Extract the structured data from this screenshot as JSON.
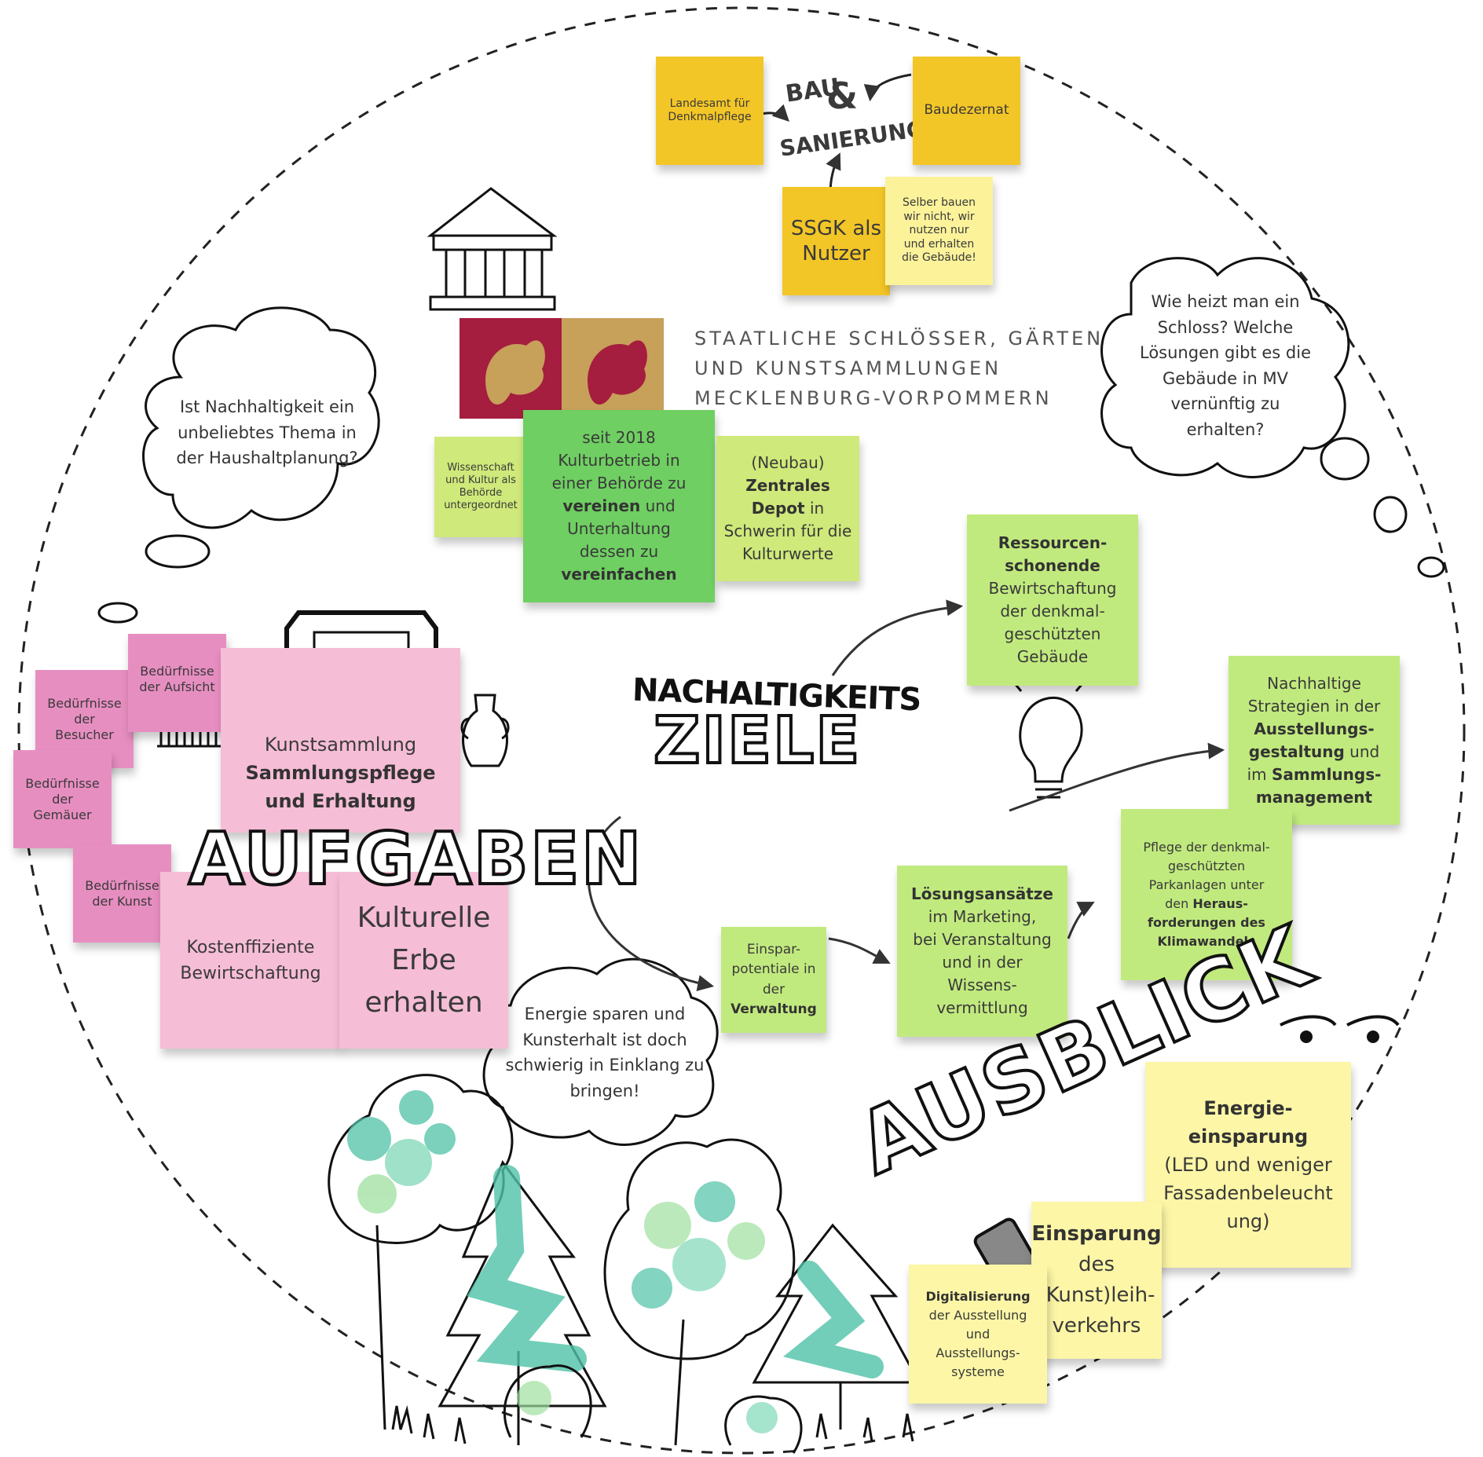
{
  "org_name": {
    "line1": "STAATLICHE SCHLÖSSER, GÄRTEN",
    "line2": "UND KUNSTSAMMLUNGEN",
    "line3": "MECKLENBURG-VORPOMMERN"
  },
  "sketch_labels": {
    "bau": "BAU",
    "amp": "&",
    "sanierung": "SANIERUNG",
    "nachhaltigkeits": "NACHALTIGKEITS",
    "ziele": "ZIELE",
    "aufgaben": "AUFGABEN",
    "ausblick": "AUSBLICK"
  },
  "clouds": {
    "haushalt": [
      "Ist Nachhaltigkeit ein",
      "unbeliebtes Thema in",
      "der Haushaltplanung?"
    ],
    "heizen": [
      "Wie heizt man ein",
      "Schloss? Welche",
      "Lösungen gibt es die",
      "Gebäude in MV",
      "vernünftig zu",
      "erhalten?"
    ],
    "energie": [
      "Energie sparen und",
      "Kunsterhalt ist doch",
      "schwierig in Einklang zu",
      "bringen!"
    ]
  },
  "notes": {
    "landesamt": [
      "Landesamt für",
      "Denkmalpflege"
    ],
    "baudezernat": "Baudezernat",
    "ssgk": [
      "SSGK als",
      "Nutzer"
    ],
    "selber": [
      "Selber bauen",
      "wir nicht, wir",
      "nutzen nur",
      "und erhalten",
      "die Gebäude!"
    ],
    "wissenschaft": [
      "Wissenschaft",
      "und Kultur als",
      "Behörde",
      "untergeordnet"
    ],
    "seit2018": {
      "l1": "seit 2018",
      "l2": "Kulturbetrieb in",
      "l3": "einer Behörde zu",
      "b1": "vereinen",
      "l4": " und",
      "l5": "Unterhaltung",
      "l6": "dessen zu",
      "b2": "vereinfachen"
    },
    "depot": {
      "l1": "(Neubau)",
      "b1": "Zentrales",
      "b2": "Depot",
      "l2": " in",
      "l3": "Schwerin für die",
      "l4": "Kulturwerte"
    },
    "ressourcen": {
      "b1": "Ressourcen-",
      "b2": "schonende",
      "l1": "Bewirtschaftung",
      "l2": "der denkmal-",
      "l3": "geschützten",
      "l4": "Gebäude"
    },
    "strategien": {
      "l1": "Nachhaltige",
      "l2": "Strategien in der",
      "b1": "Ausstellungs-",
      "b2": "gestaltung",
      "l3": " und",
      "l4": "im ",
      "b3": "Sammlungs-",
      "b4": "management"
    },
    "pflege": {
      "l1": "Pflege der denkmal-",
      "l2": "geschützten",
      "l3": "Parkanlagen unter",
      "l4": "den ",
      "b1": "Heraus-",
      "b2": "forderungen des",
      "b3": "Klimawandels"
    },
    "loesung": {
      "b1": "Lösungsansätze",
      "l1": "im Marketing,",
      "l2": "bei Veranstaltung",
      "l3": "und in der",
      "l4": "Wissens-",
      "l5": "vermittlung"
    },
    "einspar": {
      "l1": "Einspar-",
      "l2": "potentiale in",
      "l3": "der",
      "b1": "Verwaltung"
    },
    "kunstsammlung": {
      "l1": "Kunstsammlung",
      "b1": "Sammlungspflege",
      "b2": "und Erhaltung"
    },
    "kosten": [
      "Kostenffiziente",
      "Bewirtschaftung"
    ],
    "kulturelle": [
      "Kulturelle",
      "Erbe",
      "erhalten"
    ],
    "besucher": [
      "Bedürfnisse",
      "der",
      "Besucher"
    ],
    "aufsicht": [
      "Bedürfnisse",
      "der Aufsicht"
    ],
    "gemaeuer": [
      "Bedürfnisse",
      "der",
      "Gemäuer"
    ],
    "kunst": [
      "Bedürfnisse",
      "der Kunst"
    ],
    "energieeinsparung": {
      "b1": "Energie-",
      "b2": "einsparung",
      "l1": "(LED und weniger",
      "l2": "Fassadenbeleucht",
      "l3": "ung)"
    },
    "leihverkehr": {
      "b1": "Einsparung",
      "l1": "des",
      "l2": "(Kunst)leih-",
      "l3": "verkehrs"
    },
    "digital": {
      "b1": "Digitalisierung",
      "l1": "der Ausstellung",
      "l2": "und",
      "l3": "Ausstellungs-",
      "l4": "systeme"
    }
  },
  "colors": {
    "yellow": "#f3c627",
    "light_yellow": "#fbf29a",
    "green": "#6fcf62",
    "light_green": "#c1ea7e",
    "pink": "#f6bdd6",
    "magenta": "#e78ec1",
    "crest_red": "#a51d3f",
    "crest_gold": "#c7a05a",
    "tree_teal": "#4fc2a6"
  },
  "icons": [
    "temple-icon",
    "griffin-crest-icon",
    "picture-frame-icon",
    "vase-icon",
    "lightbulb-icon",
    "tablet-icon",
    "tree-icon",
    "eyes-icon"
  ]
}
